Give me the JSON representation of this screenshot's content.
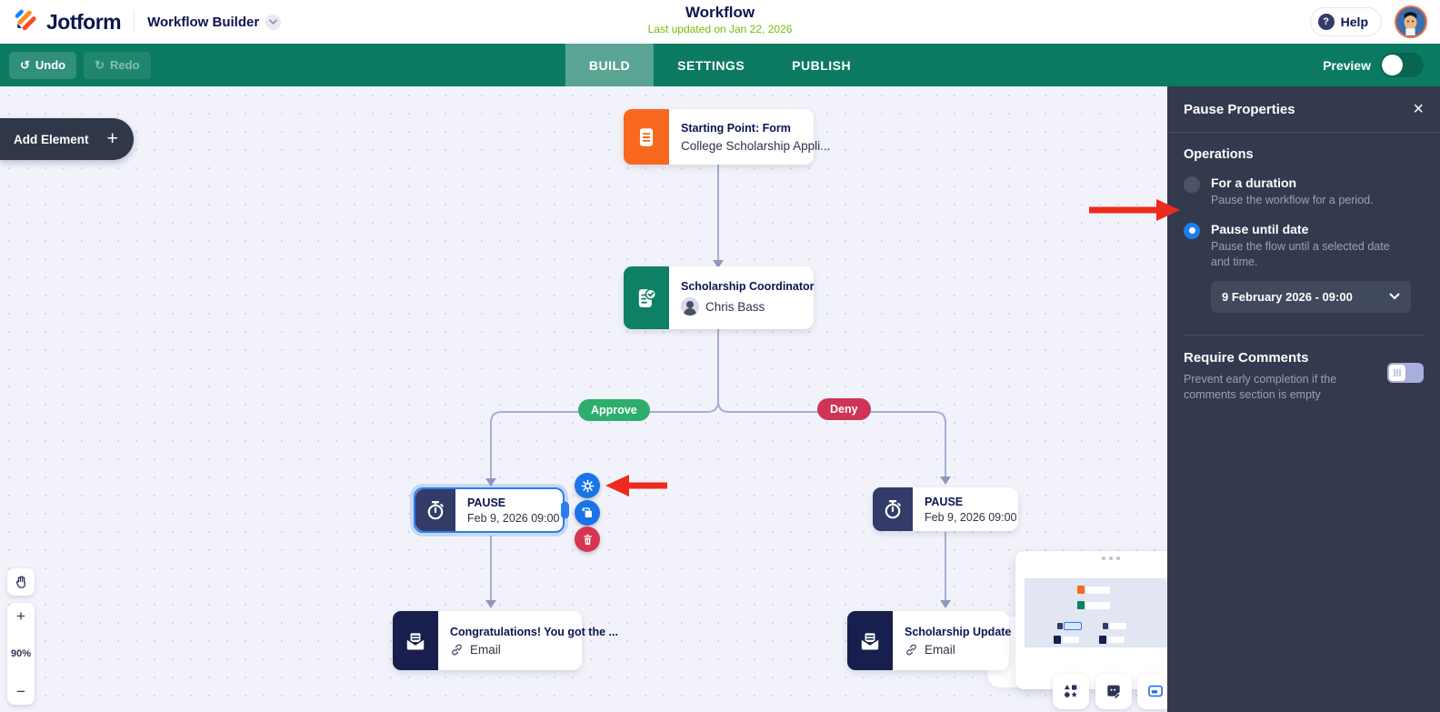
{
  "header": {
    "brand": "Jotform",
    "app_name": "Workflow Builder",
    "title": "Workflow",
    "subtitle": "Last updated on Jan 22, 2026",
    "help_label": "Help"
  },
  "toolbar": {
    "undo_label": "Undo",
    "redo_label": "Redo",
    "tabs": [
      {
        "label": "BUILD",
        "active": true
      },
      {
        "label": "SETTINGS",
        "active": false
      },
      {
        "label": "PUBLISH",
        "active": false
      }
    ],
    "preview_label": "Preview",
    "preview_on": false
  },
  "canvas": {
    "add_element_label": "Add Element",
    "zoom_level": "90%",
    "nodes": {
      "start": {
        "title": "Starting Point: Form",
        "subtitle": "College Scholarship Appli..."
      },
      "approval": {
        "title": "Scholarship Coordinator",
        "assignee": "Chris Bass"
      },
      "branch_approve": "Approve",
      "branch_deny": "Deny",
      "pause_left": {
        "title": "PAUSE",
        "subtitle": "Feb 9, 2026 09:00",
        "selected": true
      },
      "pause_right": {
        "title": "PAUSE",
        "subtitle": "Feb 9, 2026 09:00",
        "selected": false
      },
      "email_left": {
        "title": "Congratulations! You got the ...",
        "type": "Email"
      },
      "email_right": {
        "title": "Scholarship Update",
        "type": "Email"
      }
    }
  },
  "panel": {
    "title": "Pause Properties",
    "operations_label": "Operations",
    "options": [
      {
        "label": "For a duration",
        "description": "Pause the workflow for a period.",
        "selected": false
      },
      {
        "label": "Pause until date",
        "description": "Pause the flow until a selected date and time.",
        "selected": true
      }
    ],
    "date_value": "9 February 2026 - 09:00",
    "require_comments": {
      "label": "Require Comments",
      "description": "Prevent early completion if the comments section is empty",
      "enabled": false
    }
  },
  "glyphs": {
    "undo": "↺",
    "redo": "↻",
    "close": "×",
    "help_q": "?",
    "plus": "+",
    "minus": "−"
  },
  "colors": {
    "brand_navy": "#0a1551",
    "toolbar_green": "#0b7a60",
    "lime_green": "#78bb07",
    "panel_bg": "#343a4e",
    "accent_blue": "#1f7fe8",
    "approve_green": "#2eae6c",
    "deny_red": "#cf3357",
    "delete_red": "#d63450",
    "arrow_red": "#ee2a1e",
    "node_orange": "#f8681f",
    "node_green": "#0e8063",
    "pause_navy": "#333b68",
    "email_navy": "#181f4e",
    "connector": "#a7aed0"
  }
}
